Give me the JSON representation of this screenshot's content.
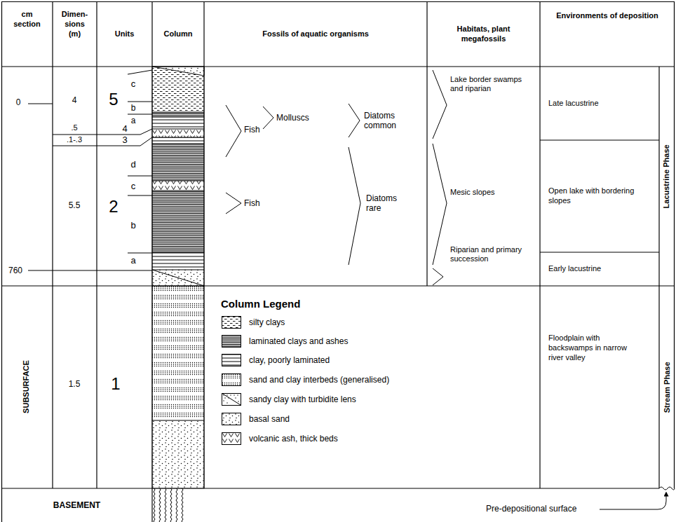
{
  "diagram": {
    "nodes": [
      {
        "text": [
          "cm section"
        ]
      },
      {
        "text": [
          "Dimen- sions (m)"
        ]
      },
      {
        "text": [
          "Units"
        ]
      },
      {
        "text": [
          "Column"
        ]
      },
      {
        "text": [
          "Fossils of aquatic organisms"
        ]
      },
      {
        "text": [
          "Habitats, plant megafossils"
        ]
      },
      {
        "text": [
          "Environments of deposition"
        ]
      },
      {
        "text": [
          "Late lacustrine"
        ]
      },
      {
        "text": [
          "Open lake with bordering slopes"
        ]
      },
      {
        "text": [
          "Early lacustrine"
        ]
      },
      {
        "text": [
          "Floodplain with backswamps in narrow river valley"
        ]
      },
      {
        "text": [
          "Lacustrine Phase"
        ]
      },
      {
        "text": [
          "Stream Phase"
        ]
      },
      {
        "text": [
          "BASEMENT"
        ]
      }
    ],
    "labels": [
      "0",
      "760",
      "SUBSURFACE",
      "4",
      ".5",
      ".1-.3",
      "5.5",
      "1.5",
      "5",
      "c",
      "b",
      "a",
      "4",
      "3",
      "d",
      "c",
      "2",
      "b",
      "a",
      "1",
      "Fish",
      "Molluscs",
      "Diatoms common",
      "Fish",
      "Diatoms rare",
      "Lake border swamps and riparian",
      "Mesic slopes",
      "Riparian and primary succession",
      "Column Legend",
      "Pre-depositional surface"
    ],
    "legend": [
      {
        "text": "silty clays"
      },
      {
        "text": "laminated clays and ashes"
      },
      {
        "text": "clay, poorly laminated"
      },
      {
        "text": "sand and clay interbeds (generalised)"
      },
      {
        "text": "sandy clay with turbidite lens"
      },
      {
        "text": "basal sand"
      },
      {
        "text": "volcanic ash, thick beds"
      }
    ]
  }
}
